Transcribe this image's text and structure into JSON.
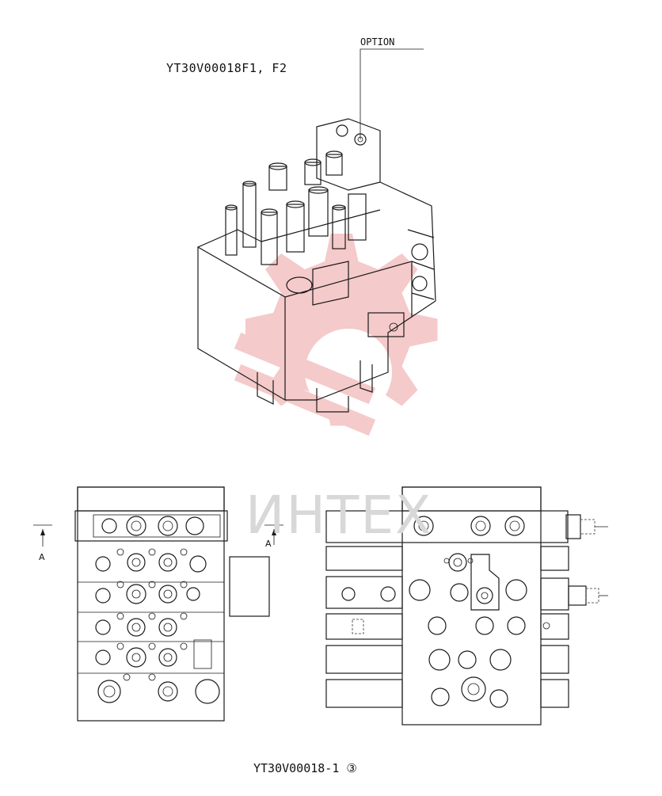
{
  "drawing": {
    "title": "YT30V00018F1, F2",
    "option_label": "OPTION",
    "footer": "YT30V00018-1",
    "footer_mark": "③",
    "view_label_left": "A",
    "view_label_right": "A"
  },
  "watermark": {
    "text": "ИНТЕХ",
    "icon": "gear-logo-icon",
    "color": "#f2b9b9"
  }
}
